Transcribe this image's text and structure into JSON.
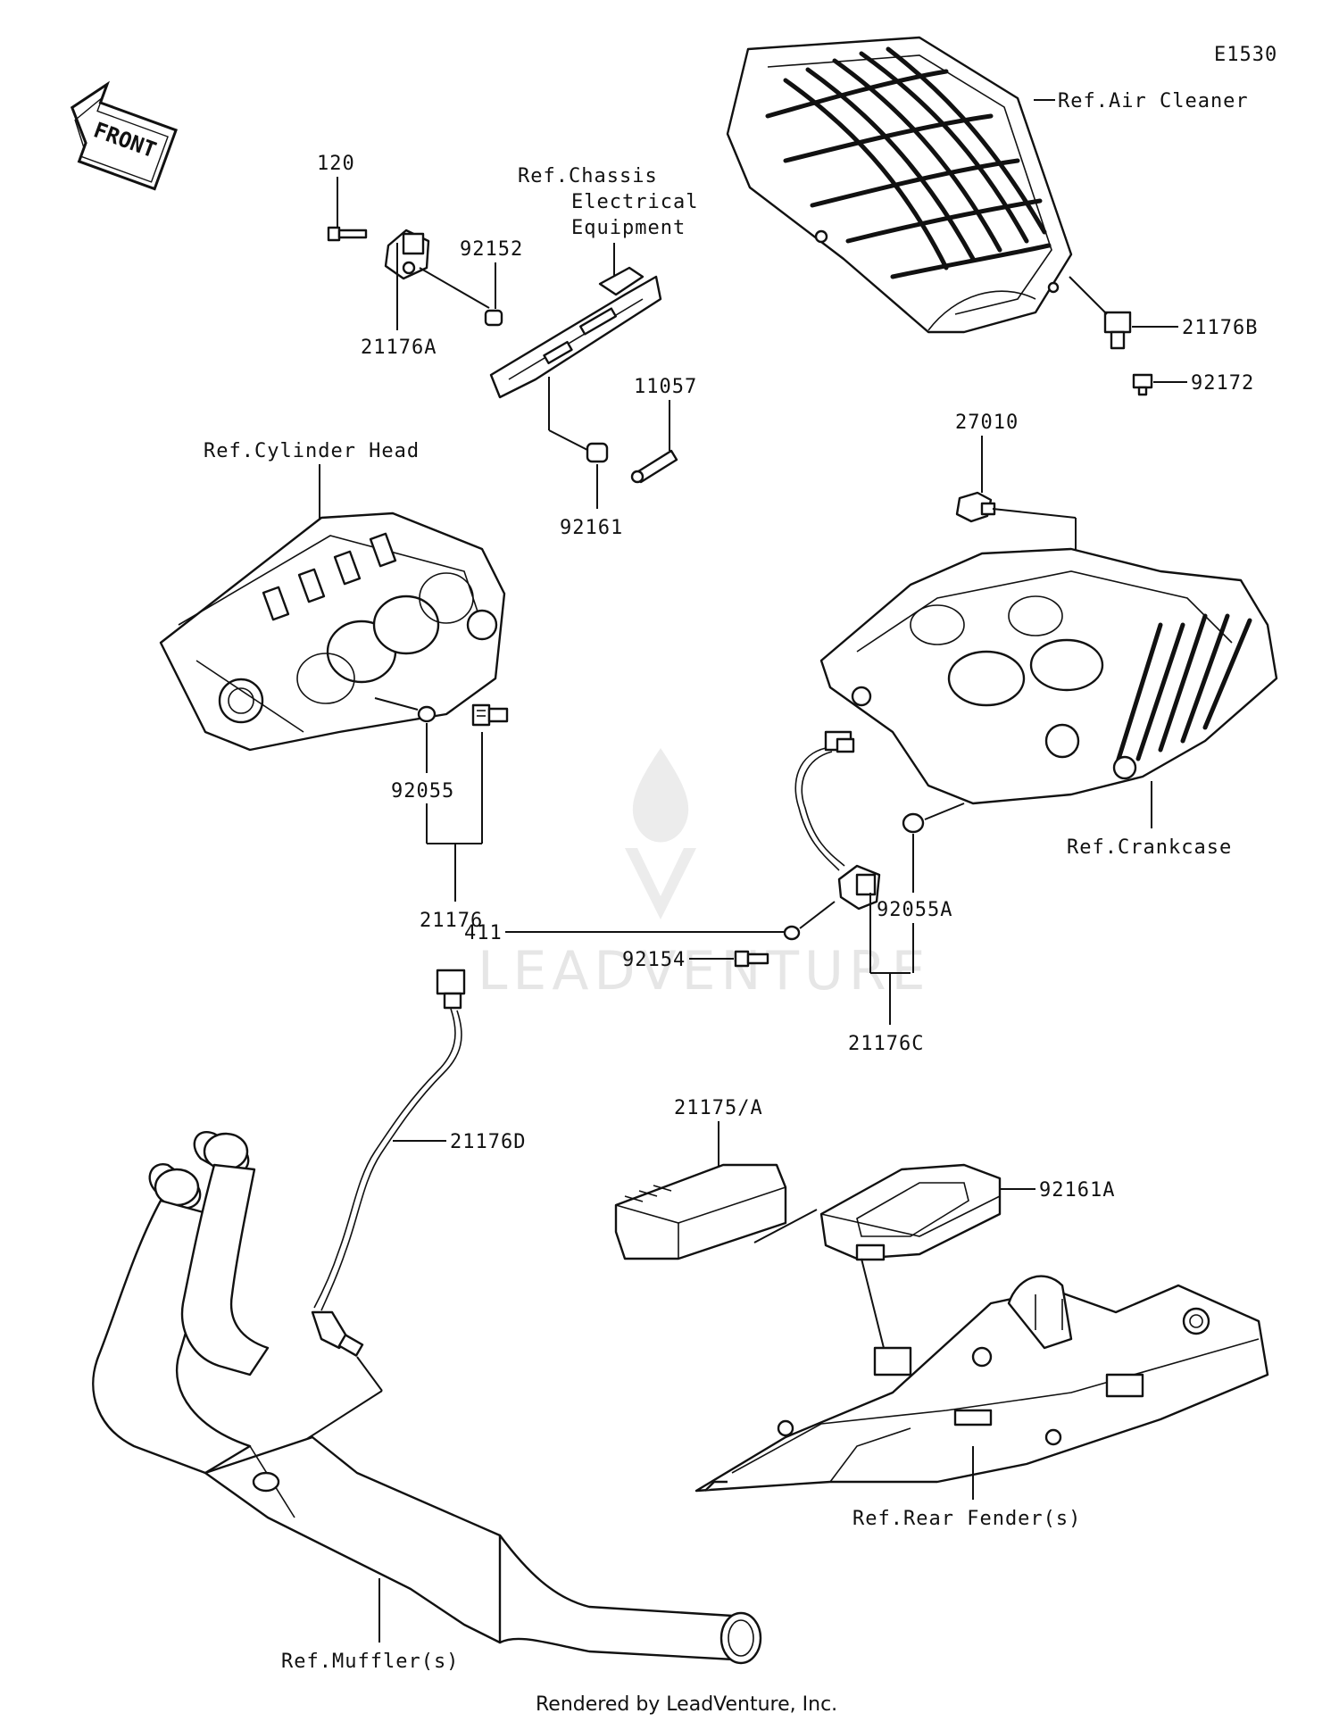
{
  "diagram": {
    "code": "E1530",
    "front_label": "FRONT",
    "footer": "Rendered by LeadVenture, Inc.",
    "watermark": "LEADVENTURE",
    "references": {
      "air_cleaner": "Ref.Air Cleaner",
      "chassis_line1": "Ref.Chassis",
      "chassis_line2": "Electrical",
      "chassis_line3": "Equipment",
      "cylinder_head": "Ref.Cylinder Head",
      "crankcase": "Ref.Crankcase",
      "rear_fender": "Ref.Rear Fender(s)",
      "muffler": "Ref.Muffler(s)"
    },
    "parts": {
      "p120": "120",
      "p92152": "92152",
      "p21176A": "21176A",
      "p11057": "11057",
      "p92161": "92161",
      "p21176B": "21176B",
      "p92172": "92172",
      "p27010": "27010",
      "p92055": "92055",
      "p21176": "21176",
      "p411": "411",
      "p92055A": "92055A",
      "p92154": "92154",
      "p21176C": "21176C",
      "p21176D": "21176D",
      "p21175A": "21175/A",
      "p92161A": "92161A"
    }
  }
}
